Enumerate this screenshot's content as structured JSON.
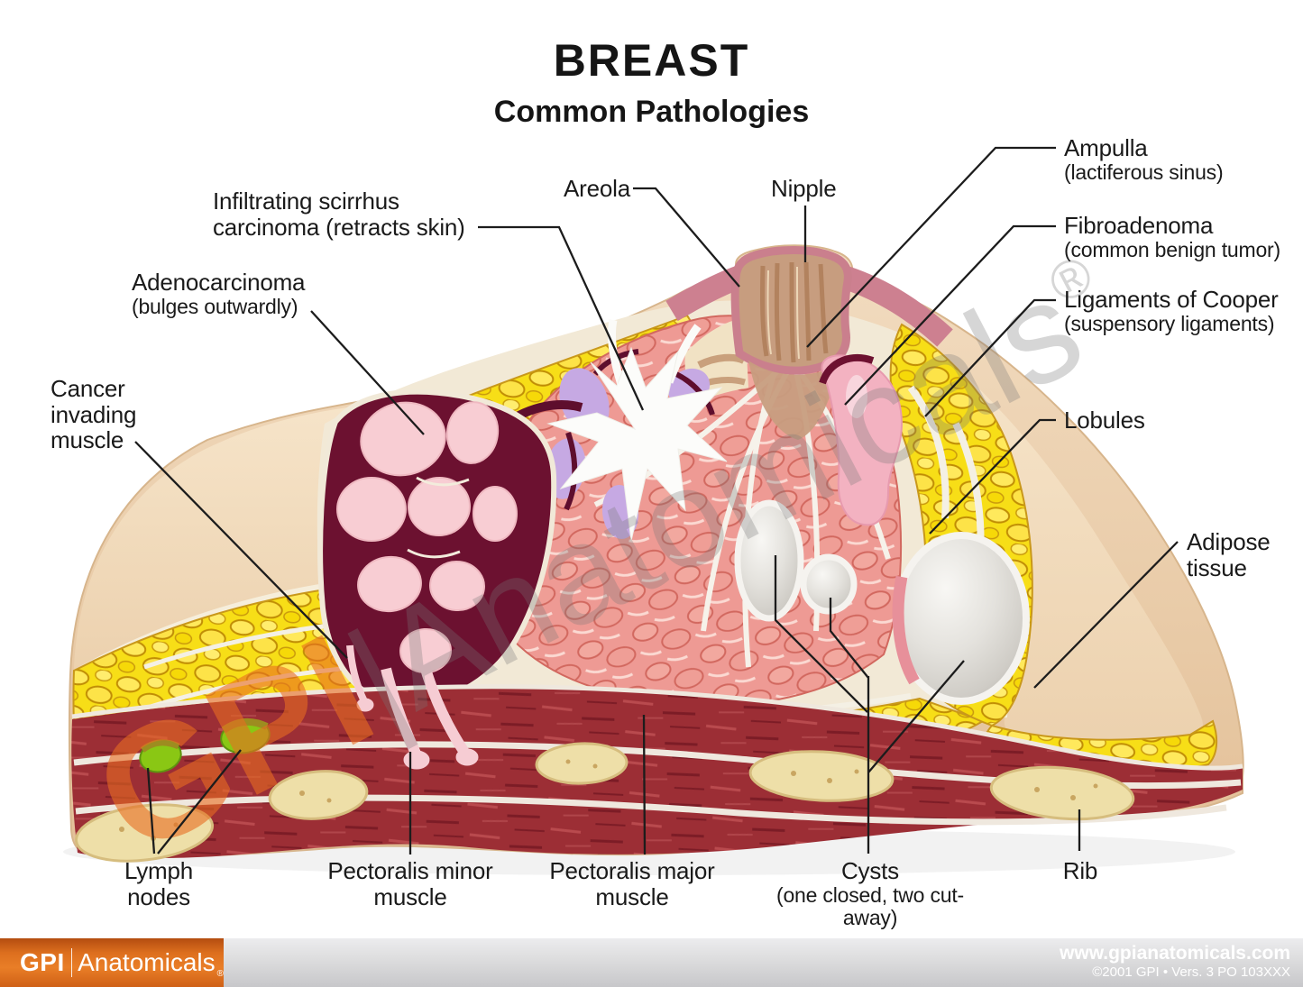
{
  "title": {
    "main": "BREAST",
    "subtitle": "Common Pathologies"
  },
  "labels": {
    "infiltrating_scirrhus": {
      "line1": "Infiltrating scirrhus",
      "line2": "carcinoma (retracts skin)"
    },
    "adenocarcinoma": {
      "line1": "Adenocarcinoma",
      "line2": "(bulges outwardly)"
    },
    "cancer_invading_muscle": {
      "line1": "Cancer",
      "line2": "invading",
      "line3": "muscle"
    },
    "areola": {
      "line1": "Areola"
    },
    "nipple": {
      "line1": "Nipple"
    },
    "ampulla": {
      "line1": "Ampulla",
      "line2": "(lactiferous sinus)"
    },
    "fibroadenoma": {
      "line1": "Fibroadenoma",
      "line2": "(common benign tumor)"
    },
    "ligaments_of_cooper": {
      "line1": "Ligaments of Cooper",
      "line2": "(suspensory ligaments)"
    },
    "lobules": {
      "line1": "Lobules"
    },
    "adipose_tissue": {
      "line1": "Adipose",
      "line2": "tissue"
    },
    "lymph_nodes": {
      "line1": "Lymph",
      "line2": "nodes"
    },
    "pectoralis_minor": {
      "line1": "Pectoralis minor",
      "line2": "muscle"
    },
    "pectoralis_major": {
      "line1": "Pectoralis major",
      "line2": "muscle"
    },
    "cysts": {
      "line1": "Cysts",
      "line2": "(one closed, two cut-away)"
    },
    "rib": {
      "line1": "Rib"
    }
  },
  "watermark": {
    "orange": "GPI",
    "gray": "|Anatomicals",
    "reg": "®"
  },
  "footer": {
    "logo_bold": "GPI",
    "logo_light": "Anatomicals",
    "logo_reg": "®",
    "url": "www.gpianatomicals.com",
    "copyright": "©2001 GPI • Vers. 3 PO 103XXX"
  },
  "colors": {
    "accent_orange": "#dd6f1e",
    "label_ink": "#1a1a1a",
    "fat_yellow": "#f7de17",
    "gland_pink": "#ee9a94",
    "muscle_red": "#9c2e35",
    "tumor_maroon": "#6c1130"
  }
}
